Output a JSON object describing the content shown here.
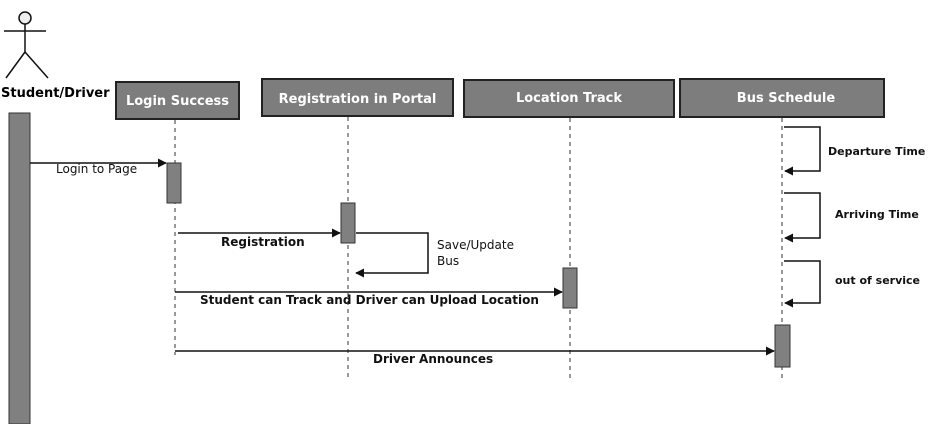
{
  "actor": {
    "label": "Student/Driver"
  },
  "lifelines": [
    {
      "id": "login",
      "label": "Login Success"
    },
    {
      "id": "registration",
      "label": "Registration in Portal"
    },
    {
      "id": "location",
      "label": "Location Track"
    },
    {
      "id": "schedule",
      "label": "Bus Schedule"
    }
  ],
  "messages": {
    "login_to_page": "Login to Page",
    "registration": "Registration",
    "save_update_line1": "Save/Update",
    "save_update_line2": "Bus",
    "track_upload": "Student can Track and Driver can Upload Location",
    "driver_announces": "Driver Announces"
  },
  "self_messages": {
    "departure_time": "Departure Time",
    "arriving_time": "Arriving Time",
    "out_of_service": "out of service"
  },
  "colors": {
    "box_fill": "#7d7d7d",
    "box_border": "#222222",
    "activation_fill": "#808080",
    "line": "#111111"
  }
}
